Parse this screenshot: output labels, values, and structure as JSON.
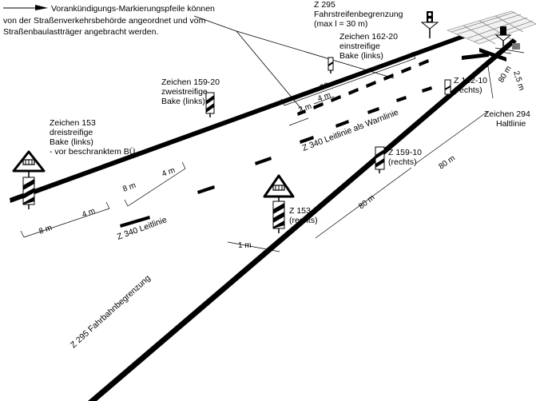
{
  "header": {
    "line1": "Vorankündigungs-Markierungspfeile können",
    "line2": "von der Straßenverkehrsbehörde angeordnet und vom",
    "line3": "Straßenbaulastträger angebracht werden."
  },
  "signs": {
    "z295_top": [
      "Z 295",
      "Fahrstreifenbegrenzung",
      "(max l = 30 m)"
    ],
    "z162_20": [
      "Zeichen 162-20",
      "einstreifige",
      "Bake (links)"
    ],
    "z159_20": [
      "Zeichen 159-20",
      "zweistreifige",
      "Bake (links)"
    ],
    "z153_left": [
      "Zeichen 153",
      "dreistreifige",
      "Bake (links)",
      "- vor beschranktem BÜ -"
    ],
    "z162_10": [
      "Z 162-10",
      "(rechts)"
    ],
    "z294": [
      "Zeichen 294",
      "Haltlinie"
    ],
    "z159_10": [
      "Z 159-10",
      "(rechts)"
    ],
    "z153_right": [
      "Z 153",
      "(rechts)"
    ]
  },
  "lines": {
    "warnlinie": "Z 340  Leitlinie als Warnlinie",
    "leitlinie": "Z 340  Leitlinie",
    "fahrbahnbegrenzung": "Z 295  Fahrbahnbegrenzung"
  },
  "dimensions": {
    "d90": "90 m",
    "d4_top": "4 m",
    "d2": "2 m",
    "d2_5": "2,5 m",
    "d80_far": "80 m",
    "d80_mid": "80 m",
    "d80_near": "80 m",
    "d1": "1 m",
    "d8_upper": "8 m",
    "d4_upper": "4 m",
    "d4_lower": "4 m",
    "d8_lower": "8 m"
  }
}
